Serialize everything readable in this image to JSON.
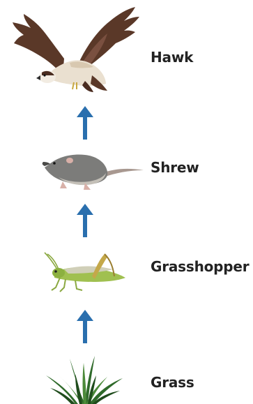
{
  "food_chain": {
    "levels": [
      {
        "label": "Hawk",
        "icon": "hawk-icon"
      },
      {
        "label": "Shrew",
        "icon": "shrew-icon"
      },
      {
        "label": "Grasshopper",
        "icon": "grasshopper-icon"
      },
      {
        "label": "Grass",
        "icon": "grass-icon"
      }
    ],
    "arrow_color": "#2a6fae",
    "arrow_direction": "up"
  }
}
